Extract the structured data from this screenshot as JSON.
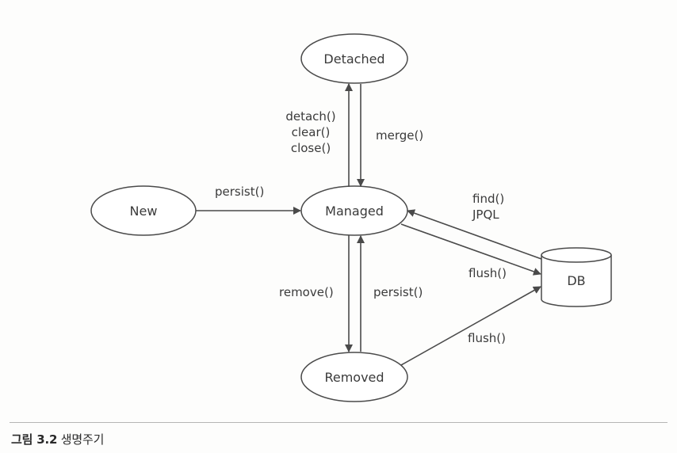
{
  "nodes": {
    "detached": "Detached",
    "new": "New",
    "managed": "Managed",
    "removed": "Removed",
    "db": "DB"
  },
  "edges": {
    "detach_lines": [
      "detach()",
      "clear()",
      "close()"
    ],
    "merge": "merge()",
    "persist_new": "persist()",
    "find_lines": [
      "find()",
      "JPQL"
    ],
    "flush_managed": "flush()",
    "remove": "remove()",
    "persist_removed": "persist()",
    "flush_removed": "flush()"
  },
  "caption": {
    "figure_number": "그림 3.2",
    "title": "생명주기"
  }
}
